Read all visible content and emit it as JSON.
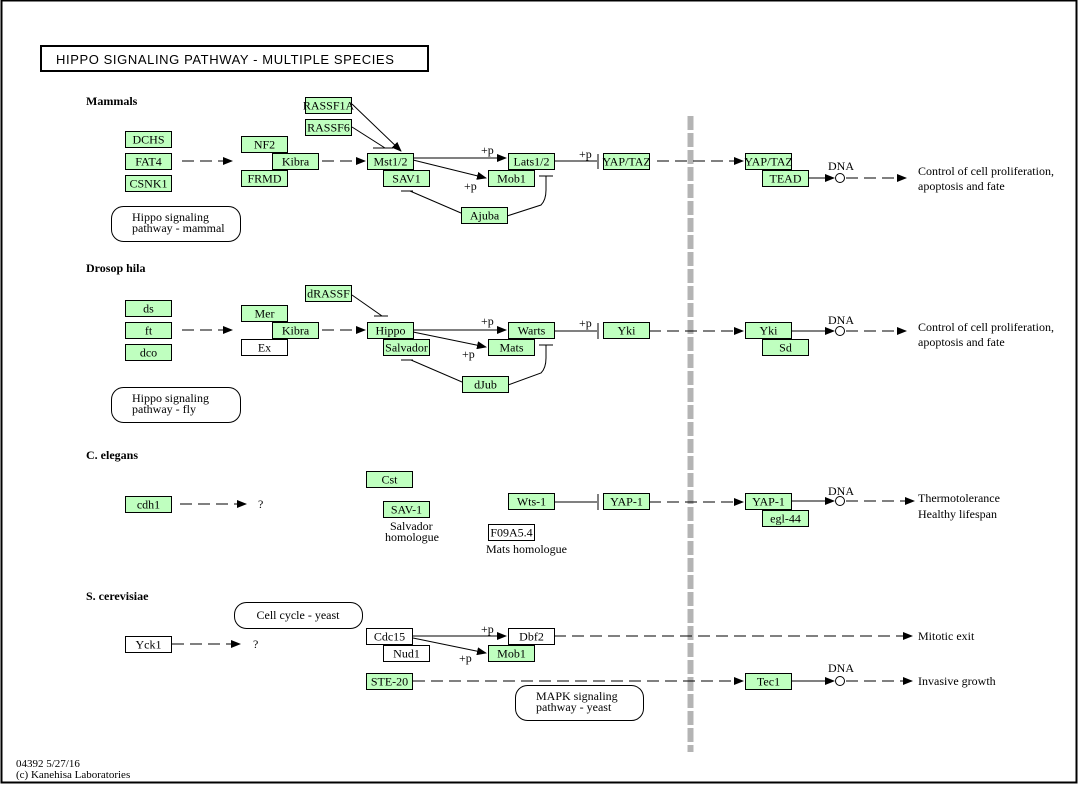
{
  "title": "HIPPO SIGNALING PATHWAY - MULTIPLE  SPECIES",
  "footer": {
    "line1": "04392 5/27/16",
    "line2": "(c) Kanehisa Laboratories"
  },
  "colors": {
    "gene_fill": "#bfffbf",
    "divider": "#b4b4b4",
    "border": "#000000"
  },
  "sections": {
    "mammals": "Mammals",
    "drosophila": "Drosop hila",
    "celegans": "C. elegans",
    "scerevisiae": "S. cerevisiae"
  },
  "nodes": {
    "m_dchs": "DCHS",
    "m_fat4": "FAT4",
    "m_csnk1": "CSNK1",
    "m_nf2": "NF2",
    "m_kibra": "Kibra",
    "m_frmd": "FRMD",
    "m_rassf1a": "RASSF1A",
    "m_rassf6": "RASSF6",
    "m_mst": "Mst1/2",
    "m_sav1": "SAV1",
    "m_lats": "Lats1/2",
    "m_mob1": "Mob1",
    "m_ajuba": "Ajuba",
    "m_yaptaz": "YAP/TAZ",
    "m_yaptaz2": "YAP/TAZ",
    "m_tead": "TEAD",
    "d_ds": "ds",
    "d_ft": "ft",
    "d_dco": "dco",
    "d_mer": "Mer",
    "d_kibra": "Kibra",
    "d_ex": "Ex",
    "d_drassf": "dRASSF",
    "d_hippo": "Hippo",
    "d_salvador": "Salvador",
    "d_warts": "Warts",
    "d_mats": "Mats",
    "d_djub": "dJub",
    "d_yki": "Yki",
    "d_yki2": "Yki",
    "d_sd": "Sd",
    "c_cdh1": "cdh1",
    "c_cst": "Cst",
    "c_sav1": "SAV-1",
    "c_wts1": "Wts-1",
    "c_f09": "F09A5.4",
    "c_yap1": "YAP-1",
    "c_yap1b": "YAP-1",
    "c_egl44": "egl-44",
    "y_yck1": "Yck1",
    "y_cdc15": "Cdc15",
    "y_nud1": "Nud1",
    "y_dbf2": "Dbf2",
    "y_mob1": "Mob1",
    "y_ste20": "STE-20",
    "y_tec1": "Tec1"
  },
  "maps": {
    "mammal": [
      "Hippo signaling",
      "pathway - mammal"
    ],
    "fly": [
      "Hippo signaling",
      "pathway - fly"
    ],
    "cellcycle": [
      "Cell cycle - yeast"
    ],
    "mapk": [
      "MAPK signaling",
      "pathway - yeast"
    ]
  },
  "texts": {
    "plus_p": "+p",
    "dna": "DNA",
    "question": "?",
    "m_outcome": [
      "Control of cell proliferation,",
      "apoptosis and fate"
    ],
    "d_outcome": [
      "Control of cell proliferation,",
      "apoptosis and fate"
    ],
    "c_outcome": [
      "Thermotolerance",
      "Healthy lifespan"
    ],
    "c_sav_note": [
      "Salvador",
      "homologue"
    ],
    "c_mats_note": [
      "Mats homologue"
    ],
    "y_mitotic": [
      "Mitotic exit"
    ],
    "y_invasive": [
      "Invasive growth"
    ]
  }
}
